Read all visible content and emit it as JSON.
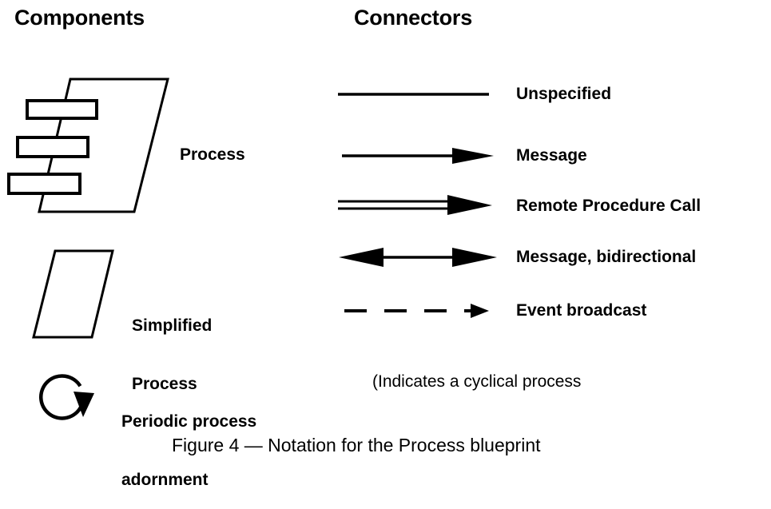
{
  "figure": {
    "caption": "Figure 4 — Notation for the Process blueprint",
    "note": "(Indicates a cyclical process",
    "stroke_color": "#000000",
    "background_color": "#ffffff"
  },
  "columns": {
    "components_heading": "Components",
    "connectors_heading": "Connectors"
  },
  "components": [
    {
      "id": "process",
      "label": "Process",
      "icon": "process-parallelogram-with-three-bars"
    },
    {
      "id": "simplified-process",
      "label_line1": "Simplified",
      "label_line2": "Process",
      "icon": "simplified-process-parallelogram"
    },
    {
      "id": "periodic-process-adornment",
      "label_line1": "Periodic process",
      "label_line2": "adornment",
      "icon": "circular-arrow"
    }
  ],
  "connectors": [
    {
      "id": "unspecified",
      "label": "Unspecified",
      "icon": "plain-line"
    },
    {
      "id": "message",
      "label": "Message",
      "icon": "solid-arrow"
    },
    {
      "id": "remote-procedure-call",
      "label": "Remote Procedure Call",
      "icon": "double-line-arrow"
    },
    {
      "id": "message-bidirectional",
      "label": "Message, bidirectional",
      "icon": "double-headed-arrow"
    },
    {
      "id": "event-broadcast",
      "label": "Event broadcast",
      "icon": "dashed-arrow"
    }
  ]
}
